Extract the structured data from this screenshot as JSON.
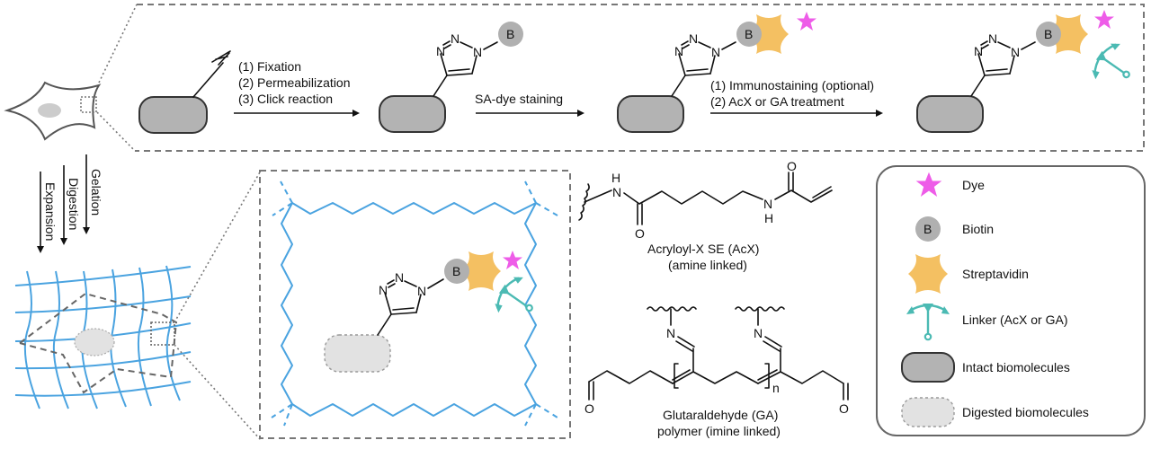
{
  "workflow": {
    "step1_lines": [
      "(1) Fixation",
      "(2) Permeabilization",
      "(3) Click reaction"
    ],
    "step2_label": "SA-dye staining",
    "step3_lines": [
      "(1) Immunostaining (optional)",
      "(2) AcX or GA treatment"
    ],
    "vertical_steps": [
      "Gelation",
      "Digestion",
      "Expansion"
    ]
  },
  "atoms": {
    "nitrogen": "N",
    "biotin": "B",
    "oxygen": "O",
    "hydrogen": "H",
    "repeat": "n"
  },
  "chemistry": {
    "acx_name": "Acryloyl-X SE (AcX)",
    "acx_link": "(amine linked)",
    "ga_name": "Glutaraldehyde (GA)",
    "ga_link": "polymer (imine linked)"
  },
  "legend": {
    "items": [
      {
        "icon": "dye-star-icon",
        "label": "Dye",
        "color": "#ee5ce8"
      },
      {
        "icon": "biotin-circle-icon",
        "label": "Biotin",
        "color": "#b0b0b0"
      },
      {
        "icon": "streptavidin-icon",
        "label": "Streptavidin",
        "color": "#f4c062"
      },
      {
        "icon": "linker-anchor-icon",
        "label": "Linker (AcX or GA)",
        "color": "#4bbab3"
      },
      {
        "icon": "intact-biomolecule-icon",
        "label": "Intact biomolecules",
        "color": "#b3b3b3"
      },
      {
        "icon": "digested-biomolecule-icon",
        "label": "Digested biomolecules",
        "color": "#e2e2e2"
      }
    ]
  },
  "colors": {
    "gel": "#4aa3e0",
    "dye": "#ee5ce8",
    "streptavidin": "#f4c062",
    "linker": "#4bbab3",
    "biotin": "#b0b0b0"
  }
}
